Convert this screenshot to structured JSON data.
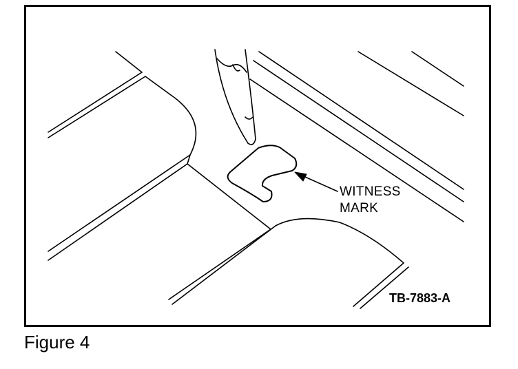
{
  "figure": {
    "caption": "Figure 4",
    "drawing_id": "TB-7883-A",
    "callout": {
      "line1": "WITNESS",
      "line2": "MARK"
    }
  }
}
